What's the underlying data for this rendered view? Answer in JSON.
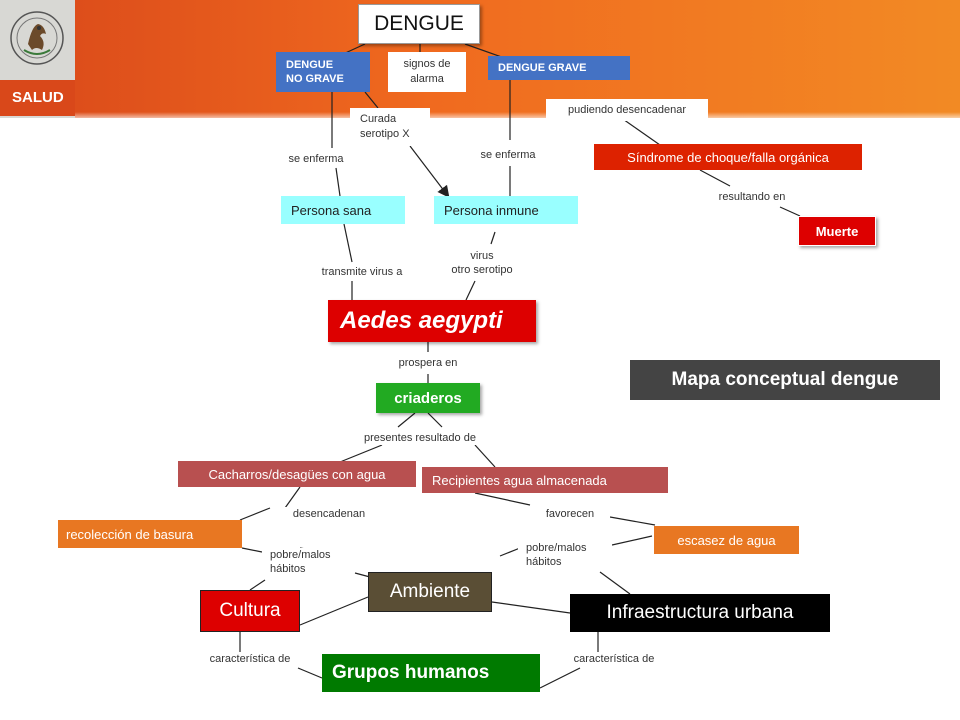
{
  "logo": {
    "salud_text": "SALUD"
  },
  "colors": {
    "header_start": "#d9481a",
    "header_end": "#f28a24",
    "blue_box": "#4472c4",
    "cyan_box": "#99ffff",
    "red_box": "#dd0000",
    "green_box": "#22aa22",
    "dark_green_box": "#007a00",
    "maroon_box": "#b85050",
    "orange_box": "#e87722",
    "black_box": "#000000",
    "olive_box": "#5a4e35",
    "gray_box": "#444444"
  },
  "nodes": {
    "dengue": "DENGUE",
    "dengue_no_grave_1": "DENGUE",
    "dengue_no_grave_2": "NO GRAVE",
    "signos_1": "signos de",
    "signos_2": "alarma",
    "dengue_grave": "DENGUE GRAVE",
    "curada_1": "Curada",
    "curada_2": "serotipo X",
    "pudiendo": "pudiendo desencadenar",
    "sindrome": "Síndrome de choque/falla orgánica",
    "persona_sana": "Persona sana",
    "persona_inmune": "Persona inmune",
    "muerte": "Muerte",
    "aedes": "Aedes aegypti",
    "mapa_title": "Mapa conceptual dengue",
    "criaderos": "criaderos",
    "cacharros": "Cacharros/desagües con agua",
    "recipientes": "Recipientes agua almacenada",
    "recoleccion": "recolección de basura",
    "escasez": "escasez de agua",
    "ambiente": "Ambiente",
    "cultura": "Cultura",
    "infraestructura": "Infraestructura urbana",
    "grupos": "Grupos humanos"
  },
  "links": {
    "se_enferma_left": "se enferma",
    "se_enferma_right": "se enferma",
    "resultando_en": "resultando en",
    "transmite": "transmite virus a",
    "virus_1": "virus",
    "virus_2": "otro serotipo",
    "prospera": "prospera en",
    "presentes": "presentes resultado de",
    "desencadenan": "desencadenan",
    "favorecen": "favorecen",
    "pobre_left_1": "pobre/malos",
    "pobre_left_2": "hábitos",
    "pobre_right_1": "pobre/malos",
    "pobre_right_2": "hábitos",
    "caracteristica_left": "característica de",
    "caracteristica_right": "característica de"
  }
}
